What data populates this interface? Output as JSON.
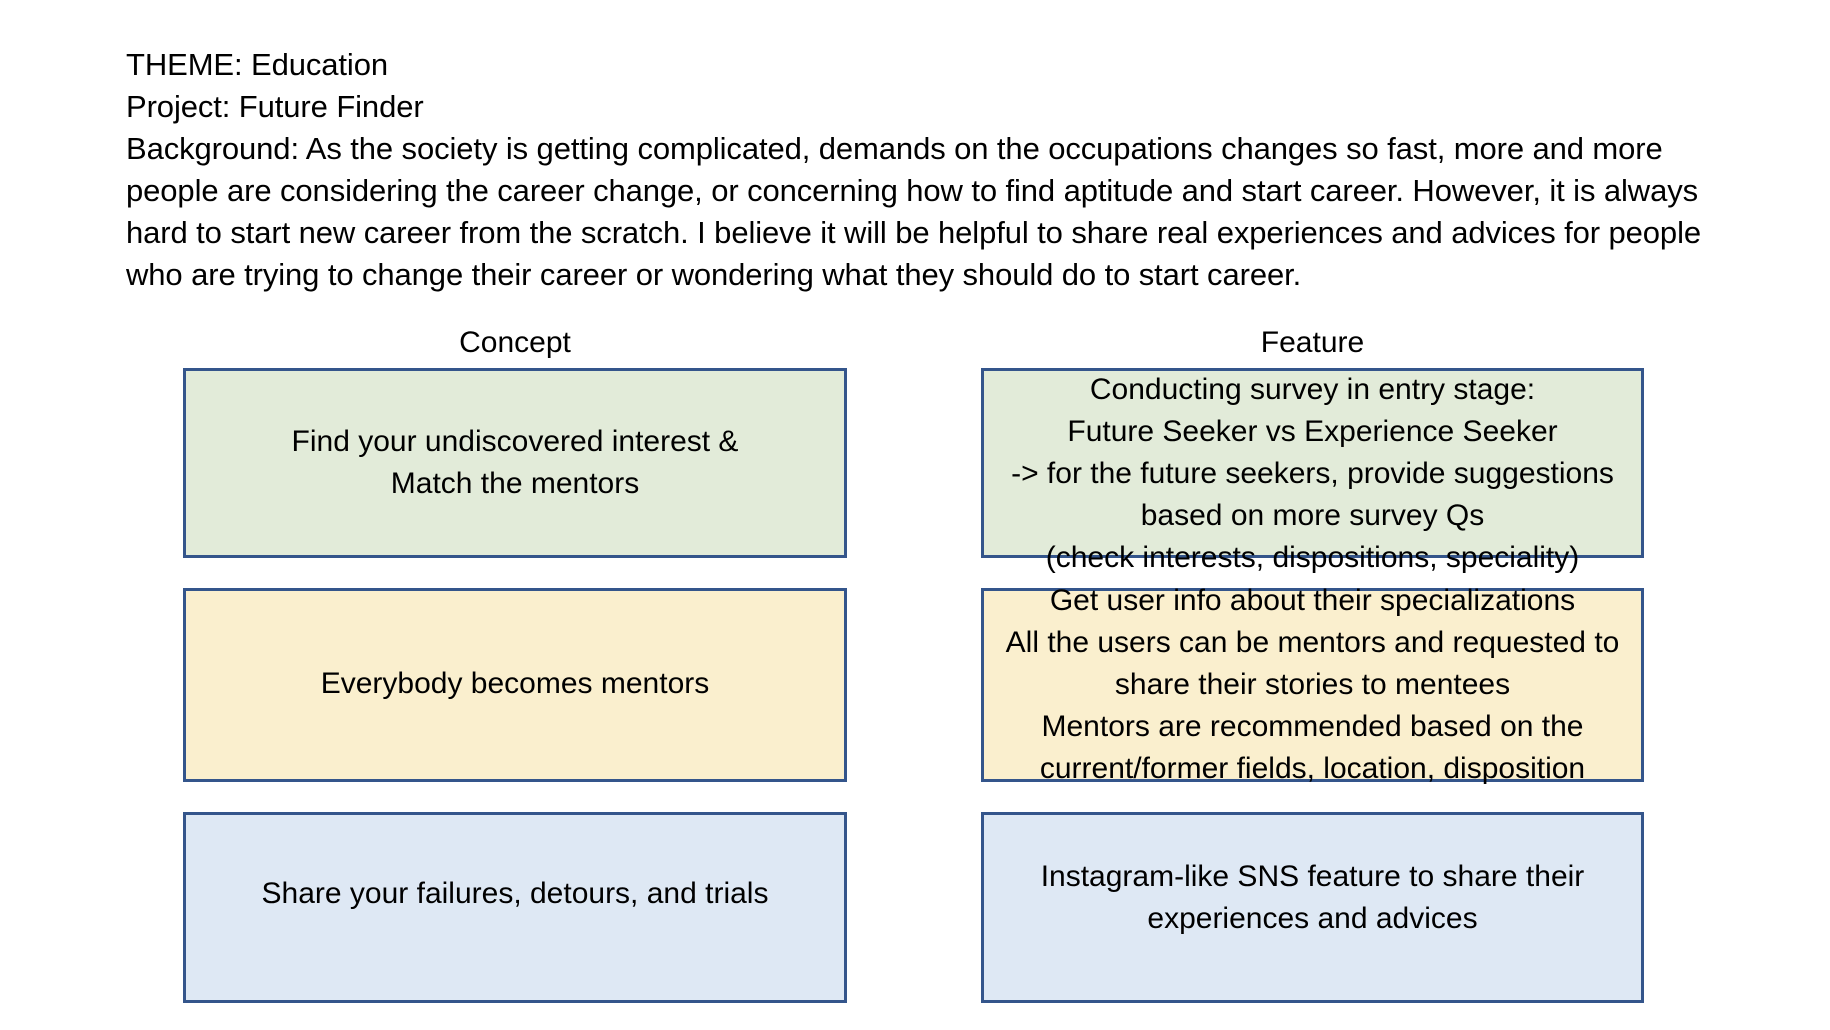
{
  "header": {
    "theme_line": "THEME: Education",
    "project_line": "Project: Future Finder",
    "background_paragraph": "Background: As the society is getting complicated, demands on the occupations changes so fast, more and more people are considering the career change, or concerning how to find aptitude and start career. However, it is always hard to start new career from the scratch. I believe it will be helpful to share real experiences and advices for people who are trying to change their career or wondering what they should do to start career."
  },
  "columns": {
    "concept_heading": "Concept",
    "feature_heading": "Feature"
  },
  "rows": [
    {
      "concept": "Find your undiscovered interest &\nMatch the mentors",
      "feature": "Conducting survey in entry stage:\nFuture Seeker vs Experience Seeker\n-> for the future seekers, provide suggestions\nbased on more survey Qs\n(check interests, dispositions, speciality)",
      "fill": "#E2EBD9",
      "border": "#34558B"
    },
    {
      "concept": "Everybody becomes mentors",
      "feature": "Get user info about their specializations\nAll the users can be mentors and requested to\nshare their stories to mentees\nMentors are recommended based on the\ncurrent/former fields, location, disposition",
      "fill": "#FAEFCE",
      "border": "#34558B"
    },
    {
      "concept": "Share your failures, detours, and trials",
      "feature": "Instagram-like SNS feature to share their\nexperiences and advices",
      "fill": "#DEE8F4",
      "border": "#34558B"
    }
  ],
  "colors": {
    "box_border": "#34558B",
    "green_fill": "#E2EBD9",
    "yellow_fill": "#FAEFCE",
    "blue_fill": "#DEE8F4",
    "text": "#000000",
    "page_background": "#FFFFFF"
  }
}
